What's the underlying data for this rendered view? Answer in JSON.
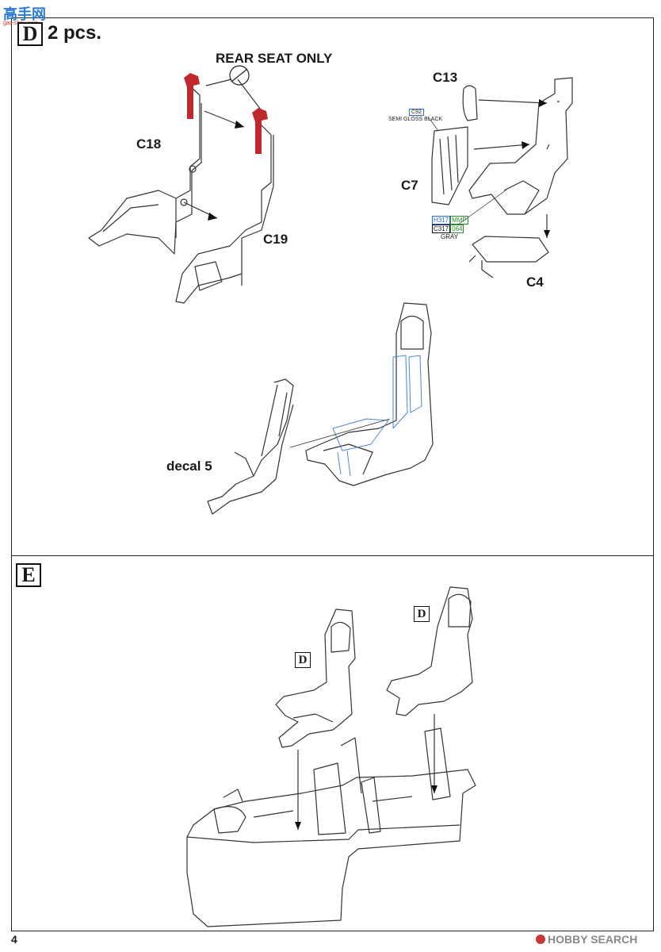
{
  "page_number": "4",
  "step_d": {
    "letter": "D",
    "quantity": "2 pcs.",
    "note": "REAR SEAT ONLY",
    "parts": {
      "c18": "C18",
      "c19": "C19",
      "c13": "C13",
      "c7": "C7",
      "c4": "C4"
    },
    "paint_c92_code": "C92",
    "paint_c92_name": "SEMI GLOSS BLACK",
    "paint_h317": "H317",
    "paint_mmp": "MMP",
    "paint_c317": "C317",
    "paint_064": "064",
    "paint_gray": "GRAY",
    "decal": "decal 5"
  },
  "step_e": {
    "letter": "E",
    "ref_left": "D",
    "ref_right": "D"
  },
  "watermark_top": "高手网",
  "watermark_top_sub": "gao-shou.com",
  "watermark_bottom": "HOBBY SEARCH",
  "colors": {
    "red_part": "#c0282d",
    "blue_outline": "#4a86d8",
    "line": "#333333"
  }
}
